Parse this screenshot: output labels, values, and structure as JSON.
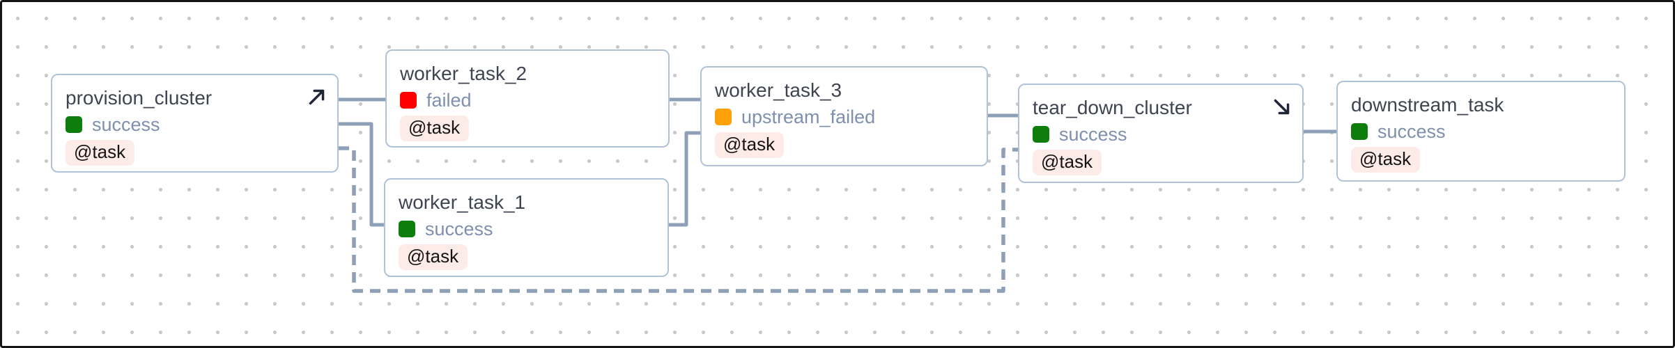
{
  "canvas": {
    "background": "#ffffff",
    "grid_dot_color": "#c9c9c9",
    "frame_border_color": "#141414",
    "node_border_color": "#b1c2d8",
    "edge_color": "#8da0b8",
    "icon_color": "#1e2637",
    "badge_background": "#fcebe7",
    "status_label_color": "#7e90ad"
  },
  "status_colors": {
    "success": "#0d7e0c",
    "failed": "#fe0000",
    "upstream_failed": "#ffa20a"
  },
  "nodes": [
    {
      "title": "provision_cluster",
      "status": "success",
      "status_color": "#0d7e0c",
      "badge": "@task",
      "icon": "arrow-up-right-icon"
    },
    {
      "title": "worker_task_2",
      "status": "failed",
      "status_color": "#fe0000",
      "badge": "@task",
      "icon": ""
    },
    {
      "title": "worker_task_1",
      "status": "success",
      "status_color": "#0d7e0c",
      "badge": "@task",
      "icon": ""
    },
    {
      "title": "worker_task_3",
      "status": "upstream_failed",
      "status_color": "#ffa20a",
      "badge": "@task",
      "icon": ""
    },
    {
      "title": "tear_down_cluster",
      "status": "success",
      "status_color": "#0d7e0c",
      "badge": "@task",
      "icon": "arrow-down-right-icon"
    },
    {
      "title": "downstream_task",
      "status": "success",
      "status_color": "#0d7e0c",
      "badge": "@task",
      "icon": ""
    }
  ],
  "edges": [
    {
      "from": "provision_cluster",
      "to": "worker_task_2",
      "style": "solid"
    },
    {
      "from": "provision_cluster",
      "to": "worker_task_1",
      "style": "solid"
    },
    {
      "from": "provision_cluster",
      "to": "tear_down_cluster",
      "style": "dashed"
    },
    {
      "from": "worker_task_2",
      "to": "worker_task_3",
      "style": "solid"
    },
    {
      "from": "worker_task_1",
      "to": "worker_task_3",
      "style": "solid"
    },
    {
      "from": "worker_task_3",
      "to": "tear_down_cluster",
      "style": "solid"
    },
    {
      "from": "tear_down_cluster",
      "to": "downstream_task",
      "style": "solid"
    }
  ]
}
